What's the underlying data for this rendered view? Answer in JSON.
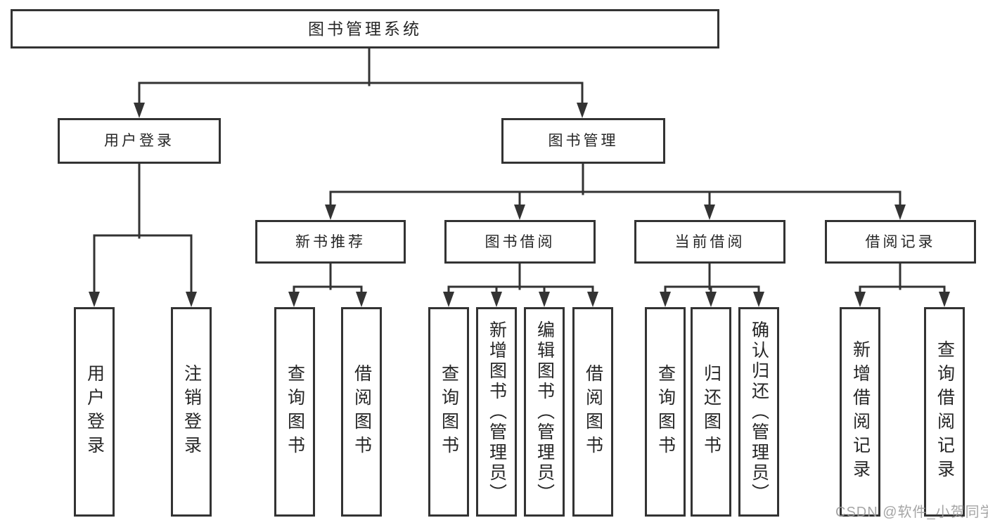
{
  "diagram": {
    "type": "tree",
    "root": {
      "label": "图书管理系统",
      "children": [
        {
          "label": "用户登录",
          "children": [
            {
              "label": "用户登录"
            },
            {
              "label": "注销登录"
            }
          ]
        },
        {
          "label": "图书管理",
          "children": [
            {
              "label": "新书推荐",
              "children": [
                {
                  "label": "查询图书"
                },
                {
                  "label": "借阅图书"
                }
              ]
            },
            {
              "label": "图书借阅",
              "children": [
                {
                  "label": "查询图书"
                },
                {
                  "label": "新增图书（管理员）"
                },
                {
                  "label": "编辑图书（管理员）"
                },
                {
                  "label": "借阅图书"
                }
              ]
            },
            {
              "label": "当前借阅",
              "children": [
                {
                  "label": "查询图书"
                },
                {
                  "label": "归还图书"
                },
                {
                  "label": "确认归还（管理员）"
                }
              ]
            },
            {
              "label": "借阅记录",
              "children": [
                {
                  "label": "新增借阅记录"
                },
                {
                  "label": "查询借阅记录"
                }
              ]
            }
          ]
        }
      ]
    }
  },
  "watermark": {
    "text": "CSDN @软件_小贺同学"
  },
  "colors": {
    "line": "#333333",
    "box_border": "#333333",
    "box_fill": "#ffffff",
    "text": "#262626",
    "watermark": "#9c9c9c",
    "background": "#ffffff"
  }
}
